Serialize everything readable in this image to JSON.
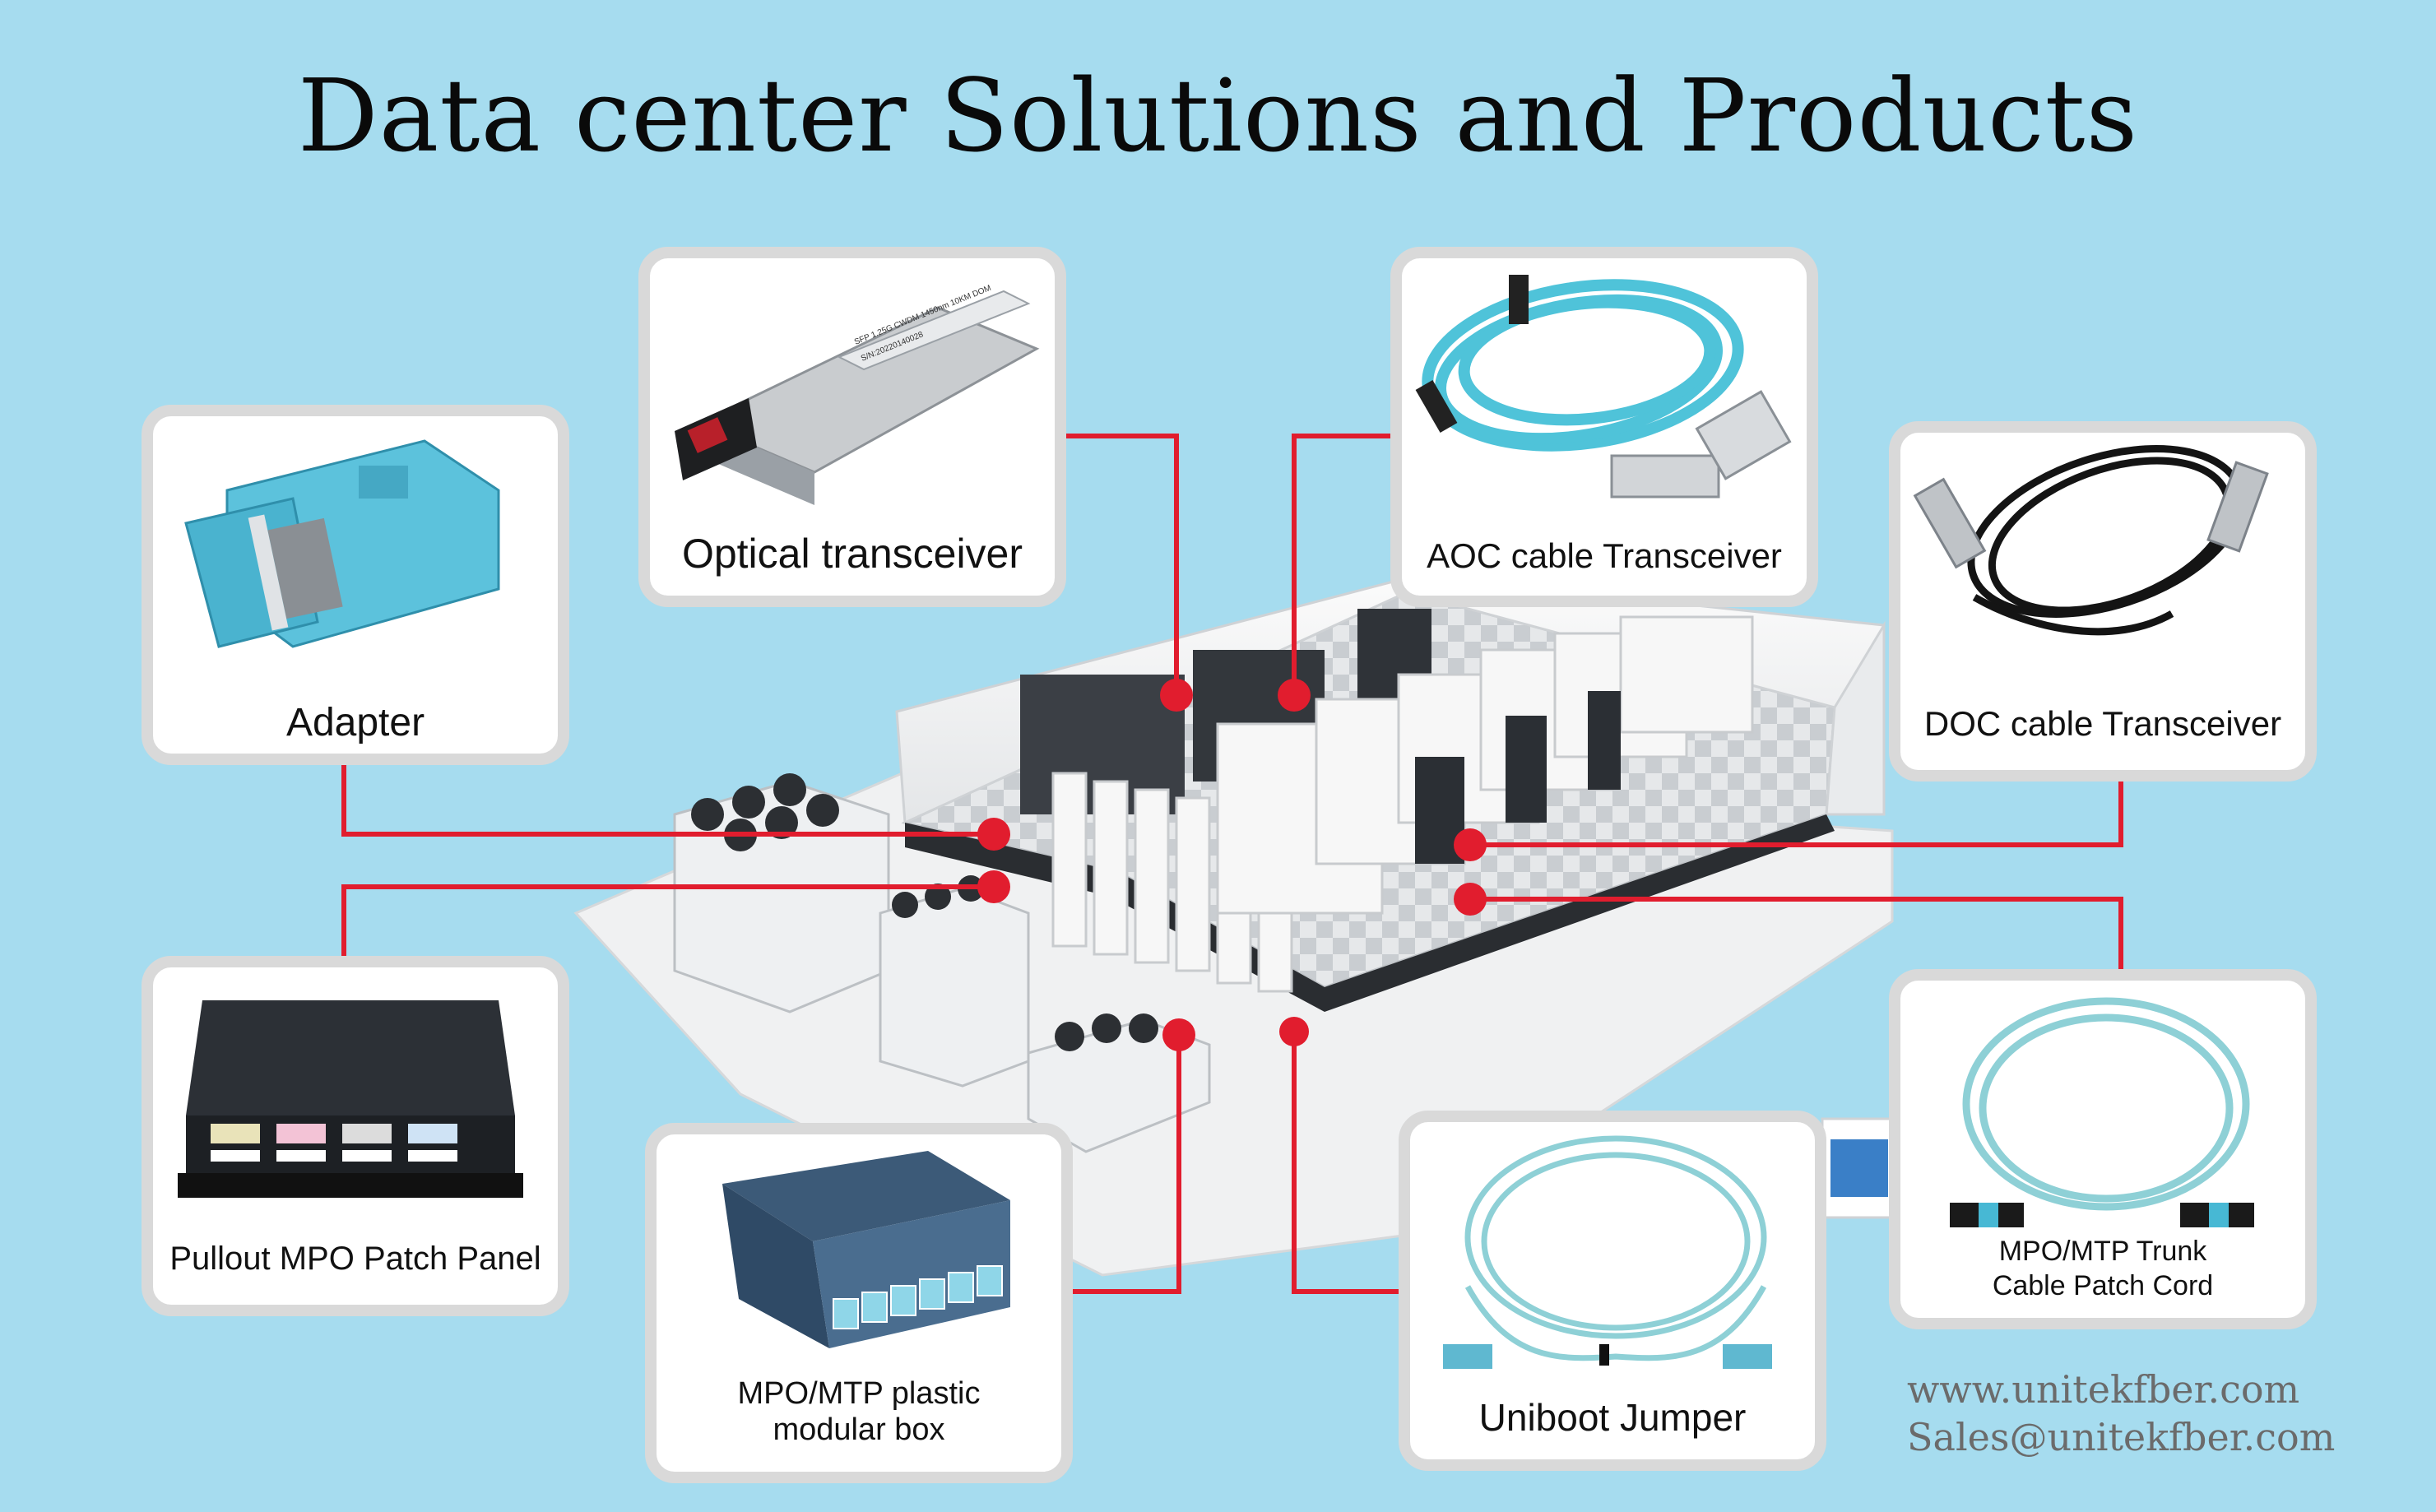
{
  "title": "Data center Solutions and Products",
  "colors": {
    "background": "#a6dcef",
    "connector": "#e11d2e",
    "card_border": "#d9d9d9"
  },
  "products": {
    "optical_transceiver": {
      "label": "Optical transceiver",
      "module_text_1": "SFP 1.25G CWDM 1450nm 10KM DOM",
      "module_text_2": "S/N:20220140028"
    },
    "aoc_cable": {
      "label": "AOC cable Transceiver"
    },
    "adapter": {
      "label": "Adapter"
    },
    "doc_cable": {
      "label": "DOC cable Transceiver"
    },
    "patch_panel": {
      "label": "Pullout MPO Patch Panel"
    },
    "modular_box": {
      "label_line1": "MPO/MTP plastic",
      "label_line2": "modular box"
    },
    "uniboot_jumper": {
      "label": "Uniboot Jumper"
    },
    "trunk_cable": {
      "label_line1": "MPO/MTP Trunk",
      "label_line2": "Cable Patch Cord"
    }
  },
  "footer": {
    "website": "www.unitekfber.com",
    "email": "Sales@unitekfber.com"
  }
}
